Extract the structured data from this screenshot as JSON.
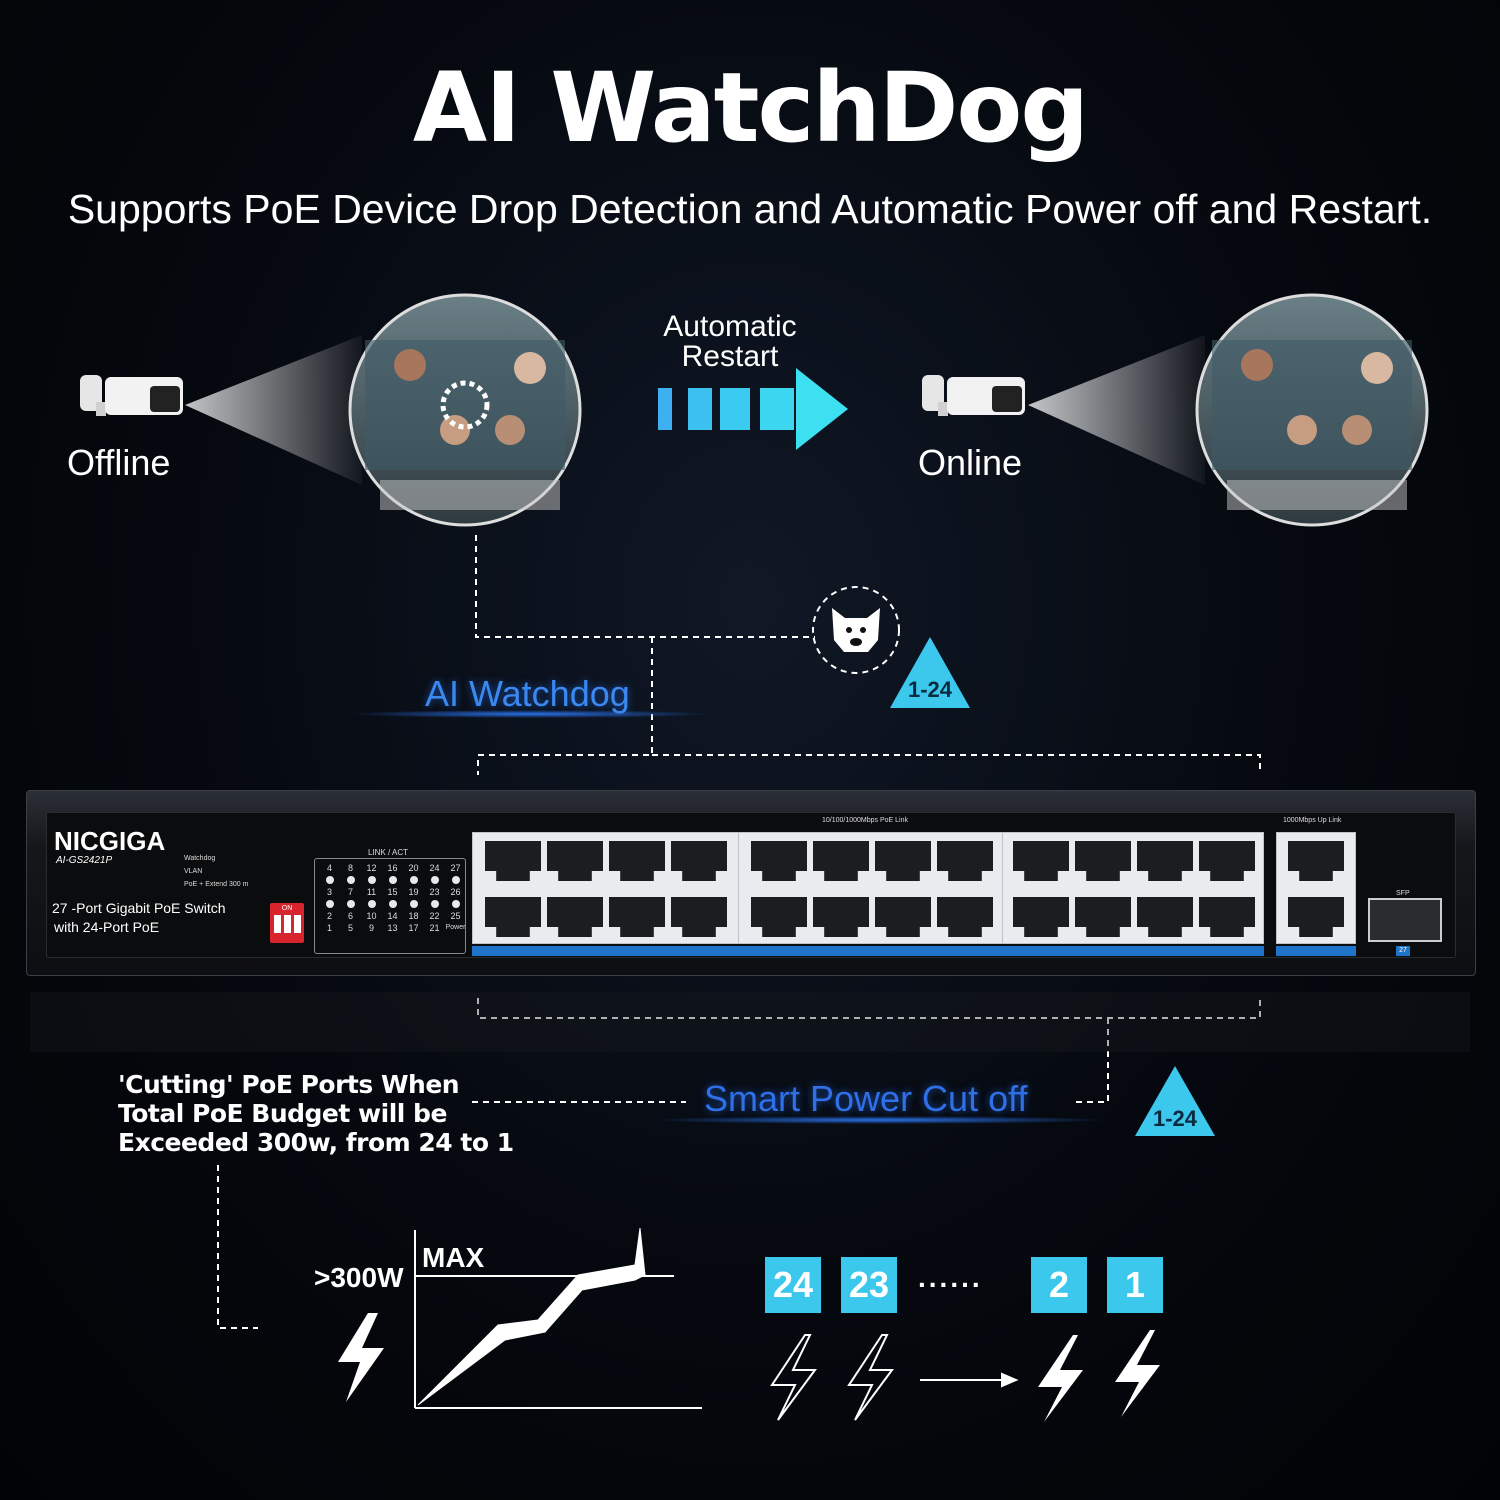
{
  "header": {
    "title": "AI WatchDog",
    "subtitle": "Supports PoE Device Drop Detection and Automatic Power off and Restart."
  },
  "cameras": {
    "offline_label": "Offline",
    "online_label": "Online",
    "arrow_label_line1": "Automatic",
    "arrow_label_line2": "Restart"
  },
  "watchdog": {
    "label": "AI Watchdog",
    "port_range": "1-24"
  },
  "switch": {
    "brand": "NICGIGA",
    "model": "AI-GS2421P",
    "desc_line1": "27 -Port Gigabit PoE Switch",
    "desc_line2": "with 24-Port PoE",
    "dip_labels": [
      "Watchdog",
      "VLAN",
      "PoE + Extend 300 m"
    ],
    "dip_on": "ON",
    "led_title": "LINK / ACT",
    "led_rows": [
      [
        "4",
        "8",
        "12",
        "16",
        "20",
        "24",
        "27"
      ],
      [
        "3",
        "7",
        "11",
        "15",
        "19",
        "23",
        "26"
      ],
      [
        "2",
        "6",
        "10",
        "14",
        "18",
        "22",
        "25"
      ],
      [
        "1",
        "5",
        "9",
        "13",
        "17",
        "21",
        "Power"
      ]
    ],
    "poe_section_label": "10/100/1000Mbps  PoE Link",
    "uplink_label": "1000Mbps Up Link",
    "sfp_label": "SFP",
    "sfp_port": "27"
  },
  "power_cut": {
    "label": "Smart Power Cut off",
    "port_range": "1-24",
    "desc_line1": "'Cutting' PoE Ports When",
    "desc_line2": "Total PoE Budget will be",
    "desc_line3": "Exceeded 300w, from 24 to 1",
    "threshold": ">300W",
    "max_label": "MAX",
    "sequence": [
      "24",
      "23",
      "2",
      "1"
    ],
    "ellipsis": "......"
  },
  "colors": {
    "accent_cyan": "#3cc8ec",
    "accent_blue": "#2f6fe8",
    "port_strip": "#1f73c9",
    "dip_red": "#d8242c"
  }
}
